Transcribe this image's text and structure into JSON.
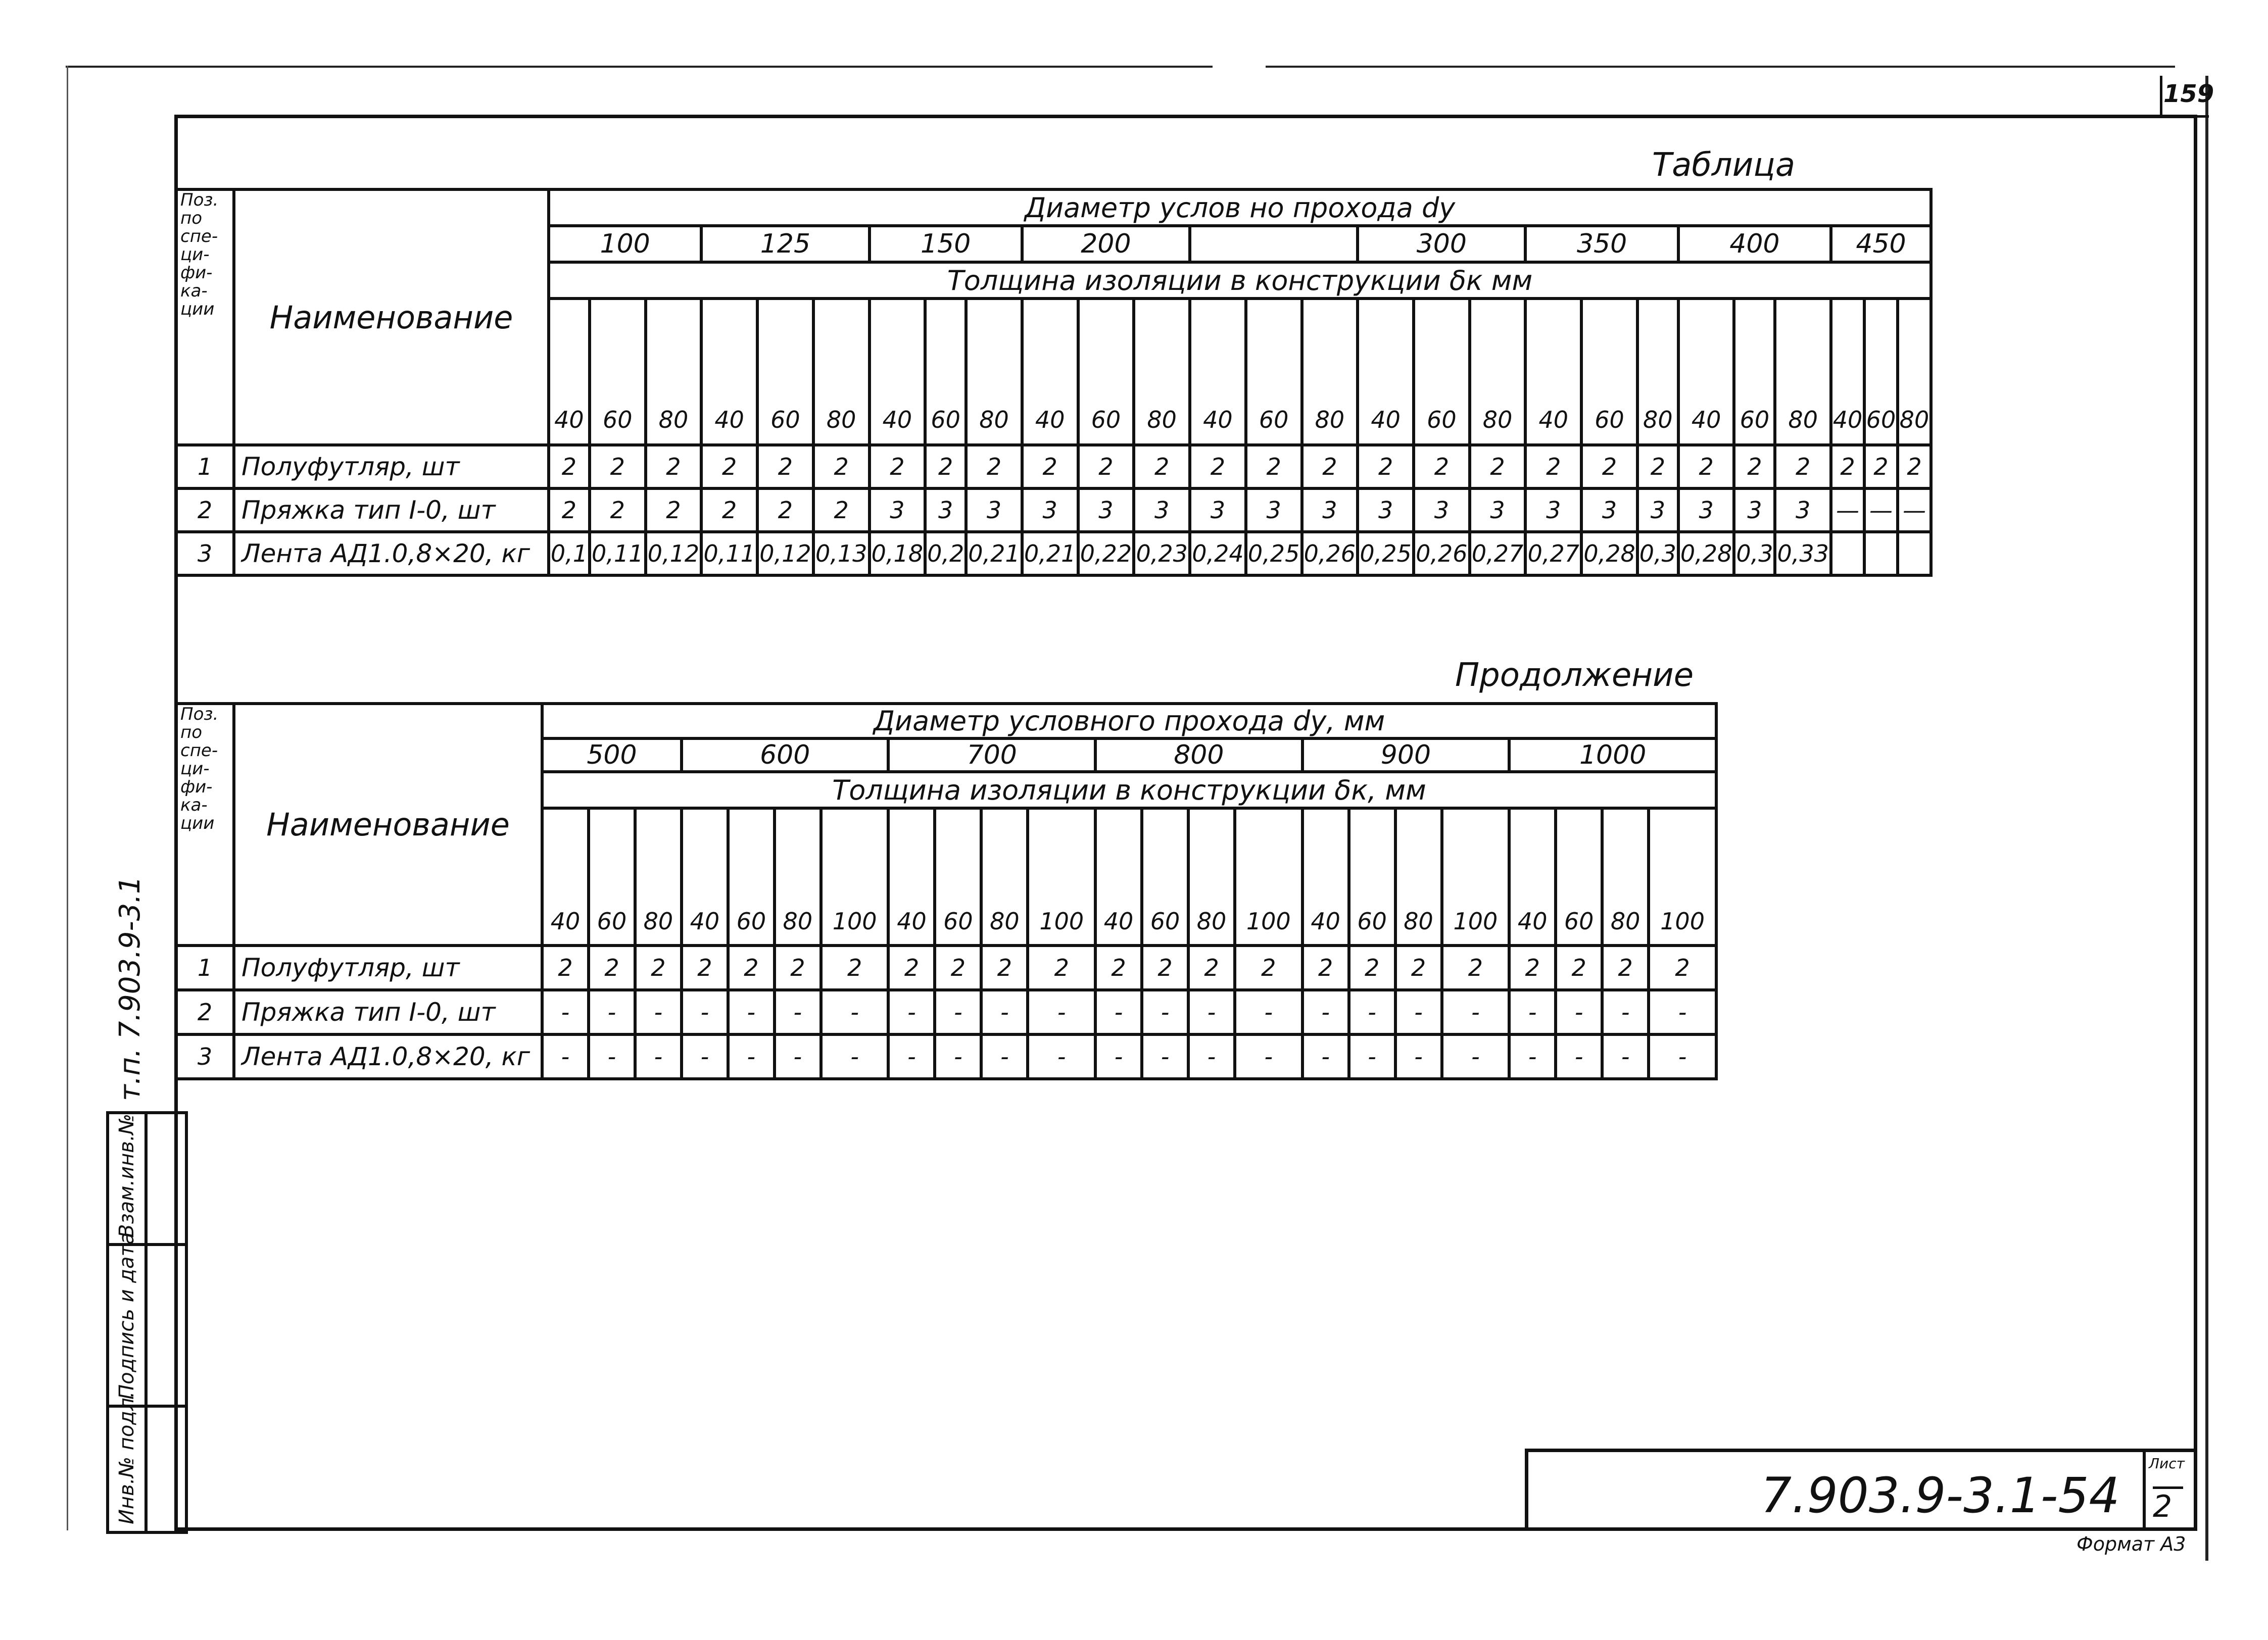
{
  "page_number": "159",
  "table1": {
    "caption": "Таблица",
    "pos_header": "Поз. по спе- ци- фи- ка- ции",
    "name_header": "Наименование",
    "diameter_header": "Диаметр услов   но прохода dу",
    "thickness_header": "Толщина изоляции в конструкции δк мм",
    "diameters": [
      "100",
      "125",
      "150",
      "200",
      "",
      "300",
      "350",
      "400",
      "450"
    ],
    "thicknesses": [
      "40",
      "60",
      "80",
      "40",
      "60",
      "80",
      "40",
      "60",
      "80",
      "40",
      "60",
      "80",
      "40",
      "60",
      "80",
      "40",
      "60",
      "80",
      "40",
      "60",
      "80",
      "40",
      "60",
      "80",
      "40",
      "60",
      "80"
    ],
    "rows": [
      {
        "pos": "1",
        "name": "Полуфутляр, шт",
        "values": [
          "2",
          "2",
          "2",
          "2",
          "2",
          "2",
          "2",
          "2",
          "2",
          "2",
          "2",
          "2",
          "2",
          "2",
          "2",
          "2",
          "2",
          "2",
          "2",
          "2",
          "2",
          "2",
          "2",
          "2",
          "2",
          "2",
          "2"
        ]
      },
      {
        "pos": "2",
        "name": "Пряжка тип I-0, шт",
        "values": [
          "2",
          "2",
          "2",
          "2",
          "2",
          "2",
          "3",
          "3",
          "3",
          "3",
          "3",
          "3",
          "3",
          "3",
          "3",
          "3",
          "3",
          "3",
          "3",
          "3",
          "3",
          "3",
          "3",
          "3",
          "—",
          "—",
          "—"
        ]
      },
      {
        "pos": "3",
        "name": "Лента АД1.0,8×20, кг",
        "values": [
          "0,1",
          "0,11",
          "0,12",
          "0,11",
          "0,12",
          "0,13",
          "0,18",
          "0,2",
          "0,21",
          "0,21",
          "0,22",
          "0,23",
          "0,24",
          "0,25",
          "0,26",
          "0,25",
          "0,26",
          "0,27",
          "0,27",
          "0,28",
          "0,3",
          "0,28",
          "0,3",
          "0,33",
          "",
          "",
          ""
        ]
      }
    ]
  },
  "table2": {
    "caption": "Продолжение",
    "pos_header": "Поз. по спе- ци- фи- ка- ции",
    "name_header": "Наименование",
    "diameter_header": "Диаметр условного прохода dу, мм",
    "thickness_header": "Толщина изоляции в конструкции δк, мм",
    "diameters": [
      {
        "label": "500",
        "span": 3
      },
      {
        "label": "600",
        "span": 4
      },
      {
        "label": "700",
        "span": 4
      },
      {
        "label": "800",
        "span": 4
      },
      {
        "label": "900",
        "span": 4
      },
      {
        "label": "1000",
        "span": 4
      }
    ],
    "thicknesses": [
      "40",
      "60",
      "80",
      "40",
      "60",
      "80",
      "100",
      "40",
      "60",
      "80",
      "100",
      "40",
      "60",
      "80",
      "100",
      "40",
      "60",
      "80",
      "100",
      "40",
      "60",
      "80",
      "100"
    ],
    "rows": [
      {
        "pos": "1",
        "name": "Полуфутляр,     шт",
        "values": [
          "2",
          "2",
          "2",
          "2",
          "2",
          "2",
          "2",
          "2",
          "2",
          "2",
          "2",
          "2",
          "2",
          "2",
          "2",
          "2",
          "2",
          "2",
          "2",
          "2",
          "2",
          "2",
          "2"
        ]
      },
      {
        "pos": "2",
        "name": "Пряжка тип I-0, шт",
        "values": [
          "-",
          "-",
          "-",
          "-",
          "-",
          "-",
          "-",
          "-",
          "-",
          "-",
          "-",
          "-",
          "-",
          "-",
          "-",
          "-",
          "-",
          "-",
          "-",
          "-",
          "-",
          "-",
          "-"
        ]
      },
      {
        "pos": "3",
        "name": "Лента АД1.0,8×20, кг",
        "values": [
          "-",
          "-",
          "-",
          "-",
          "-",
          "-",
          "-",
          "-",
          "-",
          "-",
          "-",
          "-",
          "-",
          "-",
          "-",
          "-",
          "-",
          "-",
          "-",
          "-",
          "-",
          "-",
          "-"
        ]
      }
    ]
  },
  "side_code": "т.п. 7.903.9-3.1",
  "side_stamp": [
    "Инв.№ подл.",
    "Подпись и дата",
    "Взам.инв.№"
  ],
  "document_code": "7.903.9-3.1-54",
  "sheet_label": "Лист",
  "sheet_number": "2",
  "format_label": "Формат А3"
}
